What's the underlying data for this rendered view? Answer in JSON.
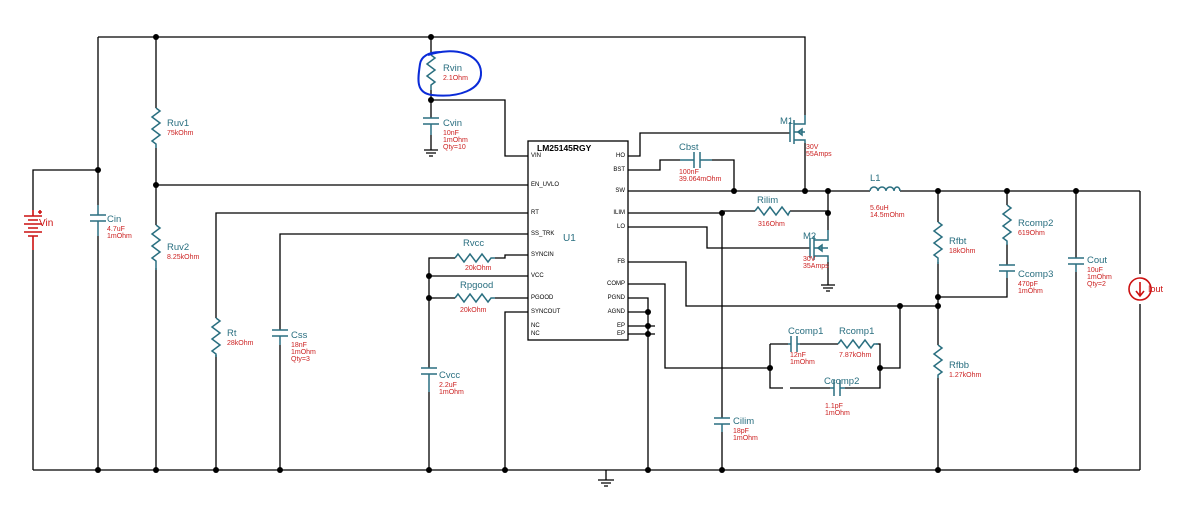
{
  "ic": {
    "part": "LM25145RGY",
    "ref": "U1",
    "pins_left": [
      "VIN",
      "EN_UVLO",
      "RT",
      "SS_TRK",
      "SYNCIN",
      "VCC",
      "PGOOD",
      "SYNCOUT",
      "NC",
      "NC"
    ],
    "pins_right": [
      "HO",
      "BST",
      "SW",
      "ILIM",
      "LO",
      "FB",
      "COMP",
      "PGND",
      "AGND",
      "EP",
      "EP"
    ]
  },
  "components": {
    "Rvin": {
      "name": "Rvin",
      "v": [
        "2.1Ohm"
      ]
    },
    "Cvin": {
      "name": "Cvin",
      "v": [
        "10nF",
        "1mOhm",
        "Qty=10"
      ]
    },
    "Ruv1": {
      "name": "Ruv1",
      "v": [
        "75kOhm"
      ]
    },
    "Ruv2": {
      "name": "Ruv2",
      "v": [
        "8.25kOhm"
      ]
    },
    "Cin": {
      "name": "Cin",
      "v": [
        "4.7uF",
        "1mOhm"
      ]
    },
    "Vin": {
      "name": "Vin",
      "v": []
    },
    "Rt": {
      "name": "Rt",
      "v": [
        "28kOhm"
      ]
    },
    "Css": {
      "name": "Css",
      "v": [
        "18nF",
        "1mOhm",
        "Qty=3"
      ]
    },
    "Rvcc": {
      "name": "Rvcc",
      "v": [
        "20kOhm"
      ]
    },
    "Rpgood": {
      "name": "Rpgood",
      "v": [
        "20kOhm"
      ]
    },
    "Cvcc": {
      "name": "Cvcc",
      "v": [
        "2.2uF",
        "1mOhm"
      ]
    },
    "M1": {
      "name": "M1",
      "v": [
        "30V",
        "55Amps"
      ]
    },
    "Cbst": {
      "name": "Cbst",
      "v": [
        "100nF",
        "39.064mOhm"
      ]
    },
    "L1": {
      "name": "L1",
      "v": [
        "5.6uH",
        "14.5mOhm"
      ]
    },
    "Rilim": {
      "name": "Rilim",
      "v": [
        "316Ohm"
      ]
    },
    "M2": {
      "name": "M2",
      "v": [
        "30V",
        "35Amps"
      ]
    },
    "Rfbt": {
      "name": "Rfbt",
      "v": [
        "18kOhm"
      ]
    },
    "Rcomp2": {
      "name": "Rcomp2",
      "v": [
        "619Ohm"
      ]
    },
    "Ccomp3": {
      "name": "Ccomp3",
      "v": [
        "470pF",
        "1mOhm"
      ]
    },
    "Cout": {
      "name": "Cout",
      "v": [
        "10uF",
        "1mOhm",
        "Qty=2"
      ]
    },
    "Iout": {
      "name": "Iout",
      "v": []
    },
    "Ccomp1": {
      "name": "Ccomp1",
      "v": [
        "12nF",
        "1mOhm"
      ]
    },
    "Rcomp1": {
      "name": "Rcomp1",
      "v": [
        "7.87kOhm"
      ]
    },
    "Ccomp2": {
      "name": "Ccomp2",
      "v": [
        "1.1pF",
        "1mOhm"
      ]
    },
    "Rfbb": {
      "name": "Rfbb",
      "v": [
        "1.27kOhm"
      ]
    },
    "Cilim": {
      "name": "Cilim",
      "v": [
        "18pF",
        "1mOhm"
      ]
    }
  },
  "colors": {
    "wire": "#000000",
    "component": "#2a6f80",
    "value": "#cc2222",
    "highlight": "#0a2bd8",
    "source": "#cc1111"
  }
}
